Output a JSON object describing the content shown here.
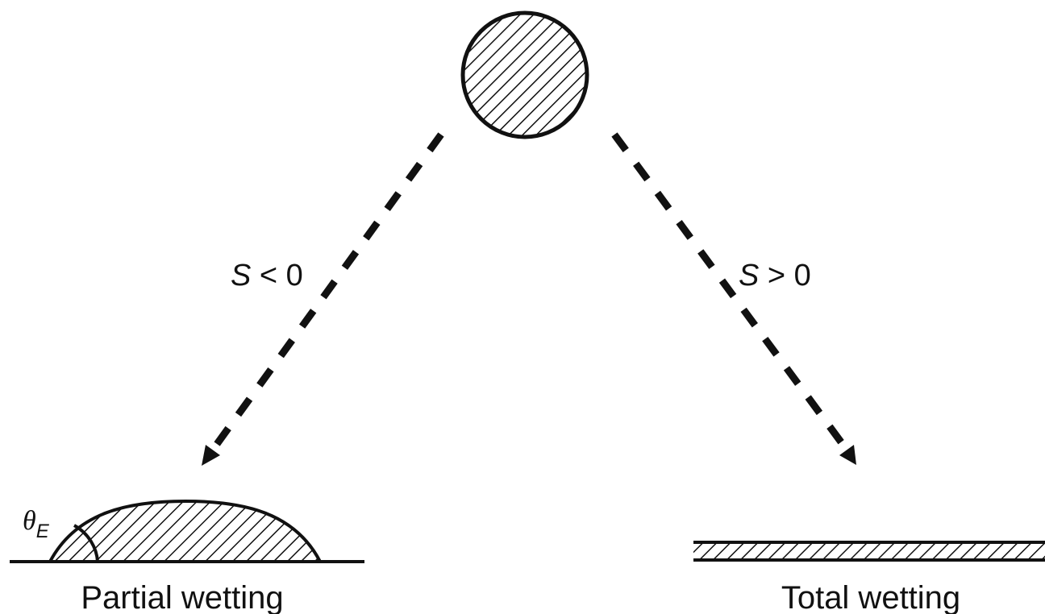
{
  "labels": {
    "left_condition_symbol": "S",
    "left_condition_rest": " < 0",
    "right_condition_symbol": "S",
    "right_condition_rest": " > 0",
    "left_caption": "Partial wetting",
    "right_caption": "Total wetting",
    "angle_symbol": "θ",
    "angle_subscript": "E"
  },
  "colors": {
    "ink": "#111111",
    "background": "#ffffff"
  }
}
